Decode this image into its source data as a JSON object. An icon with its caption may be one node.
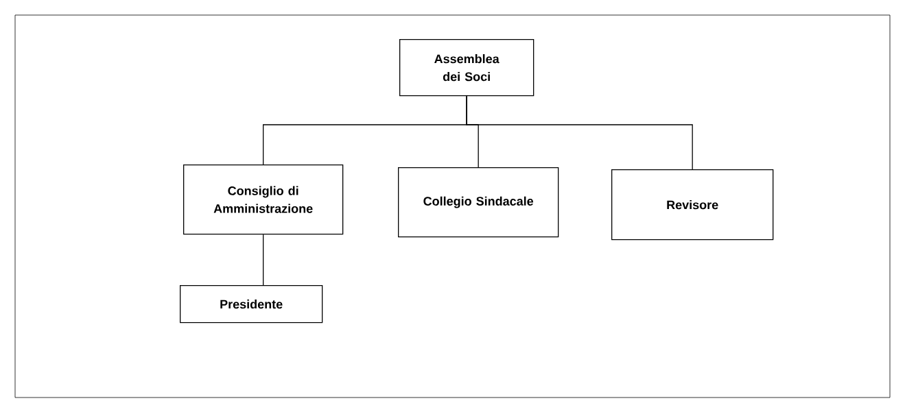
{
  "diagram": {
    "nodes": [
      {
        "text": [
          "Assemblea dei Soci"
        ]
      },
      {
        "text": [
          "Consiglio di Amministrazione"
        ]
      },
      {
        "text": [
          "Collegio Sindacale"
        ]
      },
      {
        "text": [
          "Revisore"
        ]
      },
      {
        "text": [
          "Presidente"
        ]
      }
    ],
    "edges": [
      {
        "from": 0,
        "to": 1,
        "arrow": "none"
      },
      {
        "from": 0,
        "to": 2,
        "arrow": "none"
      },
      {
        "from": 0,
        "to": 3,
        "arrow": "none"
      },
      {
        "from": 1,
        "to": 4,
        "arrow": "none"
      }
    ]
  }
}
